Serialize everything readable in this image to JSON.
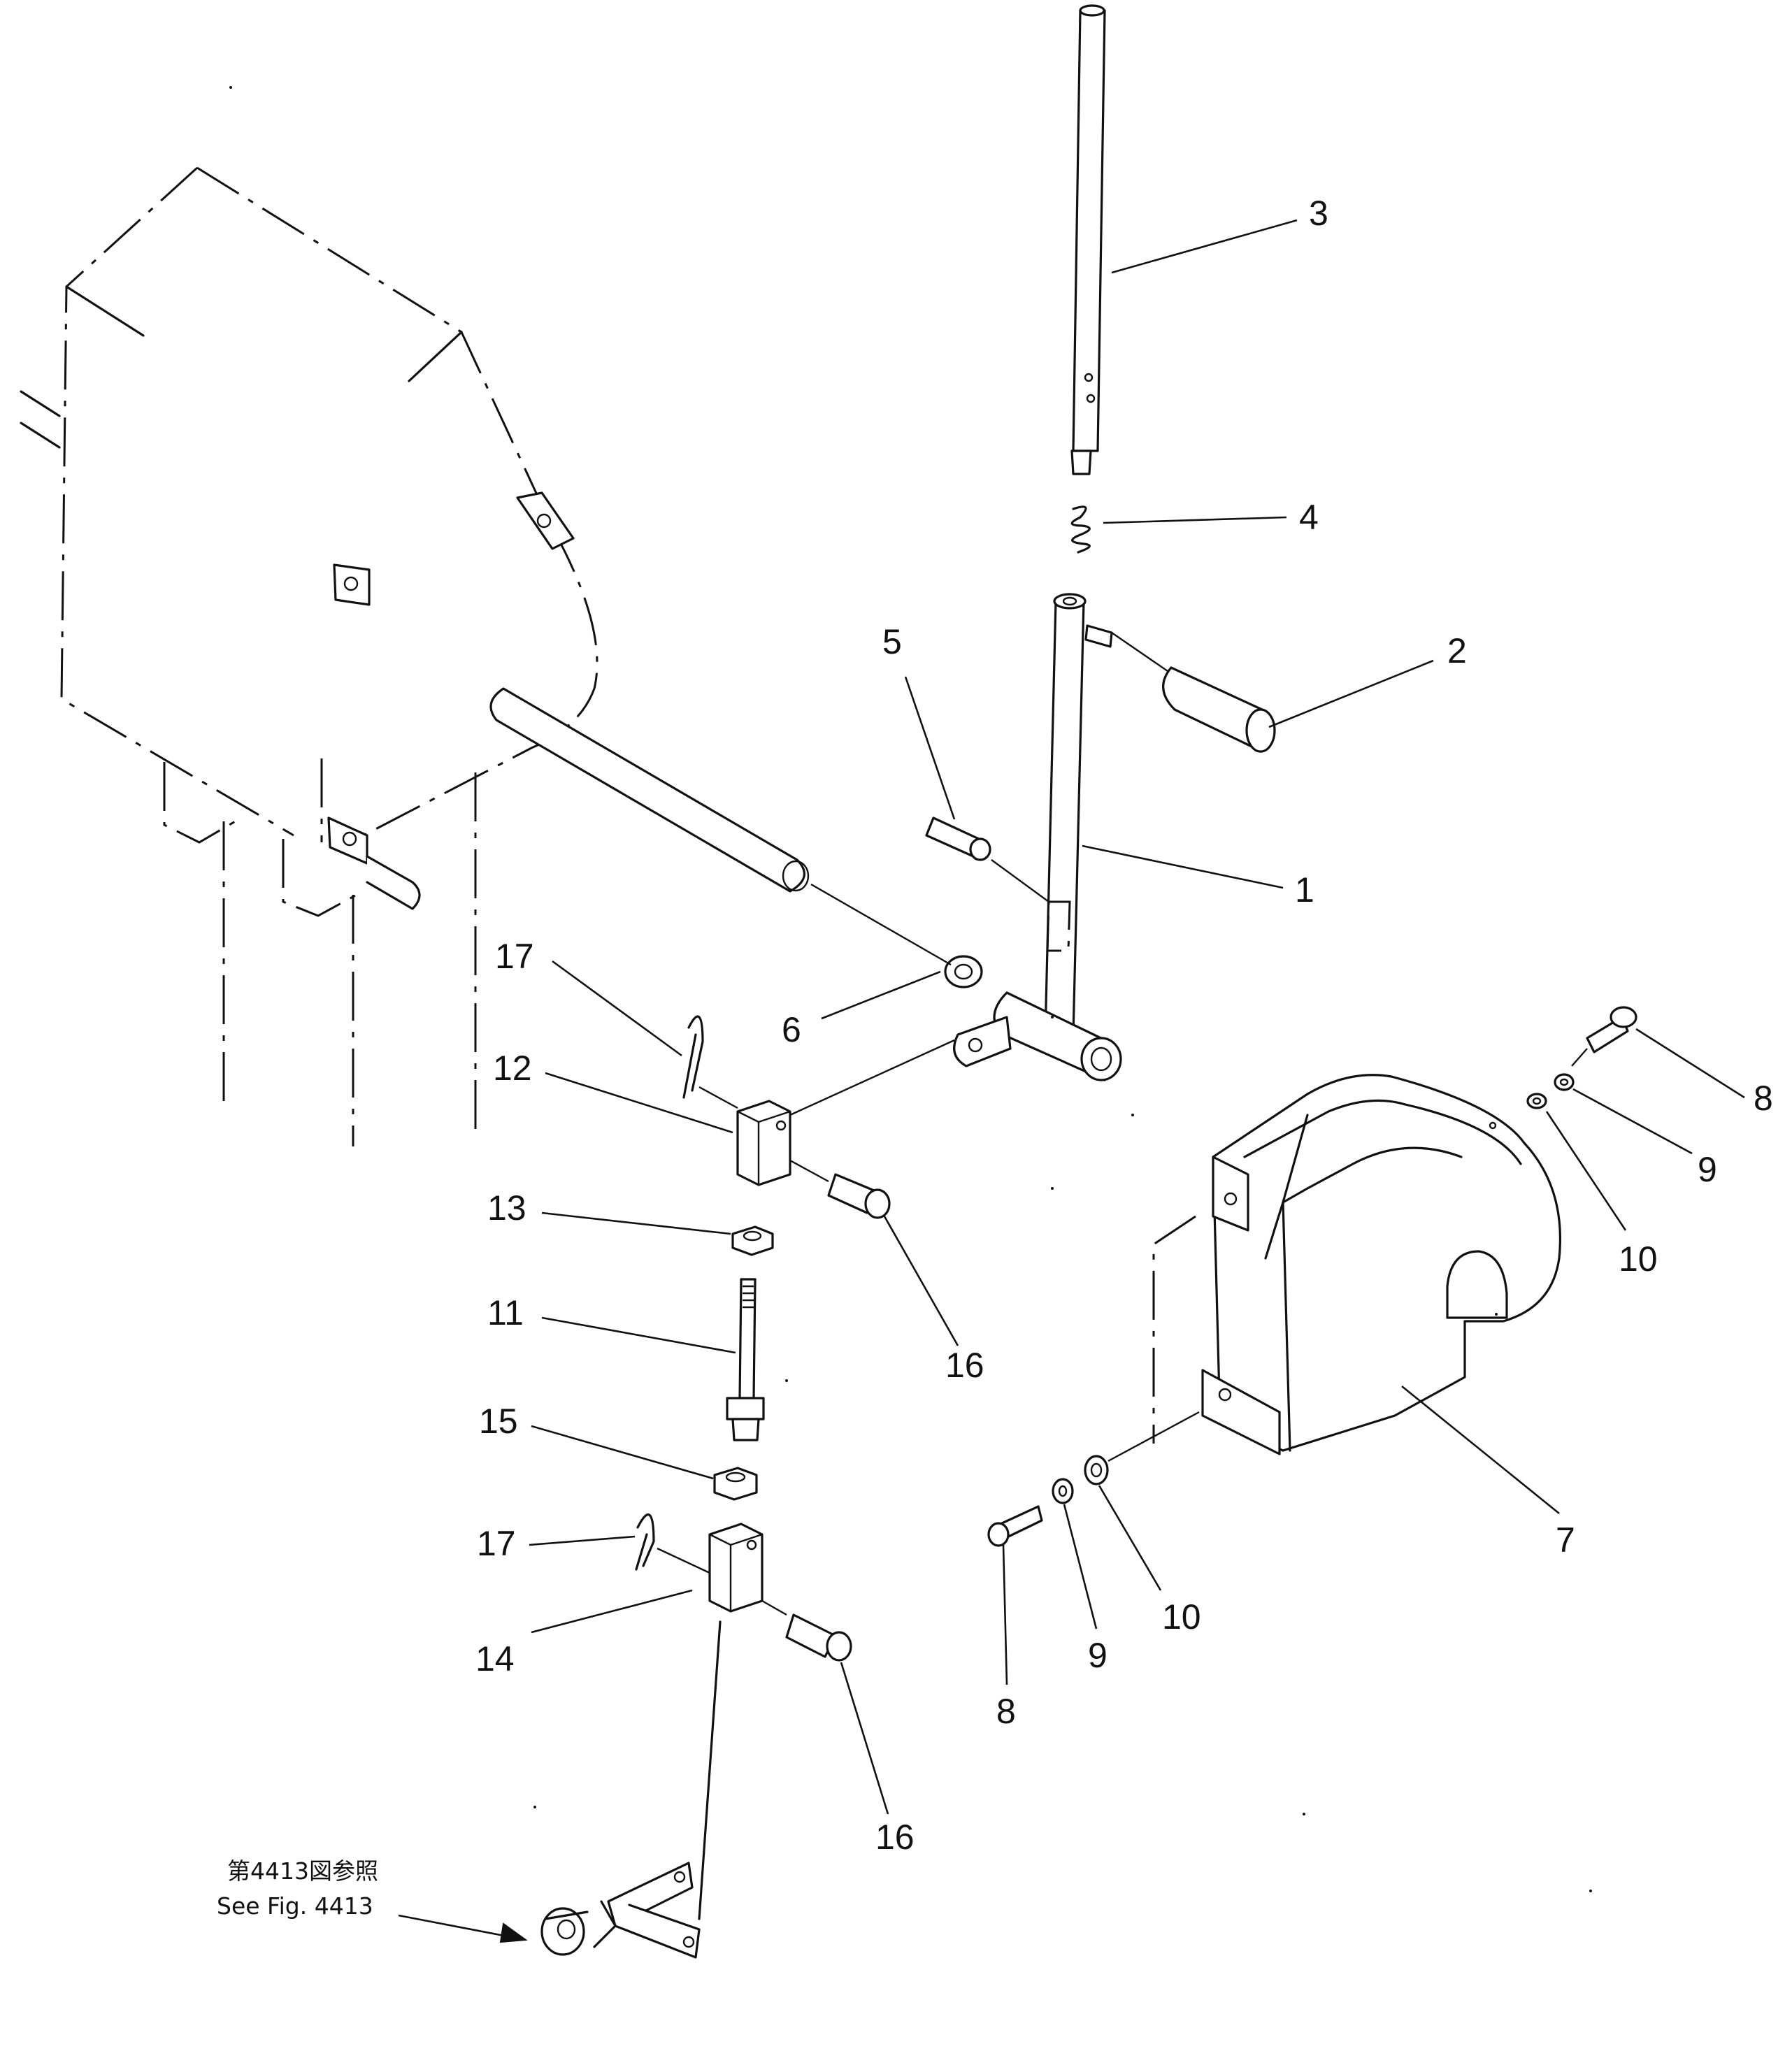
{
  "diagram": {
    "parts": [
      {
        "id": "p1",
        "label": "1",
        "name": "lever-rod"
      },
      {
        "id": "p2",
        "label": "2",
        "name": "knob"
      },
      {
        "id": "p3",
        "label": "3",
        "name": "upper-rod"
      },
      {
        "id": "p4",
        "label": "4",
        "name": "spring"
      },
      {
        "id": "p5",
        "label": "5",
        "name": "pin"
      },
      {
        "id": "p6",
        "label": "6",
        "name": "washer"
      },
      {
        "id": "p7",
        "label": "7",
        "name": "cover"
      },
      {
        "id": "p8a",
        "label": "8",
        "name": "bolt-right"
      },
      {
        "id": "p9a",
        "label": "9",
        "name": "lock-washer-right"
      },
      {
        "id": "p10a",
        "label": "10",
        "name": "washer-right"
      },
      {
        "id": "p8b",
        "label": "8",
        "name": "bolt-lower"
      },
      {
        "id": "p9b",
        "label": "9",
        "name": "lock-washer-lower"
      },
      {
        "id": "p10b",
        "label": "10",
        "name": "washer-lower"
      },
      {
        "id": "p11",
        "label": "11",
        "name": "threaded-rod"
      },
      {
        "id": "p12",
        "label": "12",
        "name": "upper-clevis"
      },
      {
        "id": "p13",
        "label": "13",
        "name": "upper-nut"
      },
      {
        "id": "p14",
        "label": "14",
        "name": "lower-clevis"
      },
      {
        "id": "p15",
        "label": "15",
        "name": "lower-nut"
      },
      {
        "id": "p16a",
        "label": "16",
        "name": "upper-clevis-pin"
      },
      {
        "id": "p16b",
        "label": "16",
        "name": "lower-clevis-pin"
      },
      {
        "id": "p17a",
        "label": "17",
        "name": "upper-cotter-pin"
      },
      {
        "id": "p17b",
        "label": "17",
        "name": "lower-cotter-pin"
      }
    ],
    "reference": {
      "japanese": "第4413図参照",
      "english": "See Fig. 4413"
    }
  }
}
